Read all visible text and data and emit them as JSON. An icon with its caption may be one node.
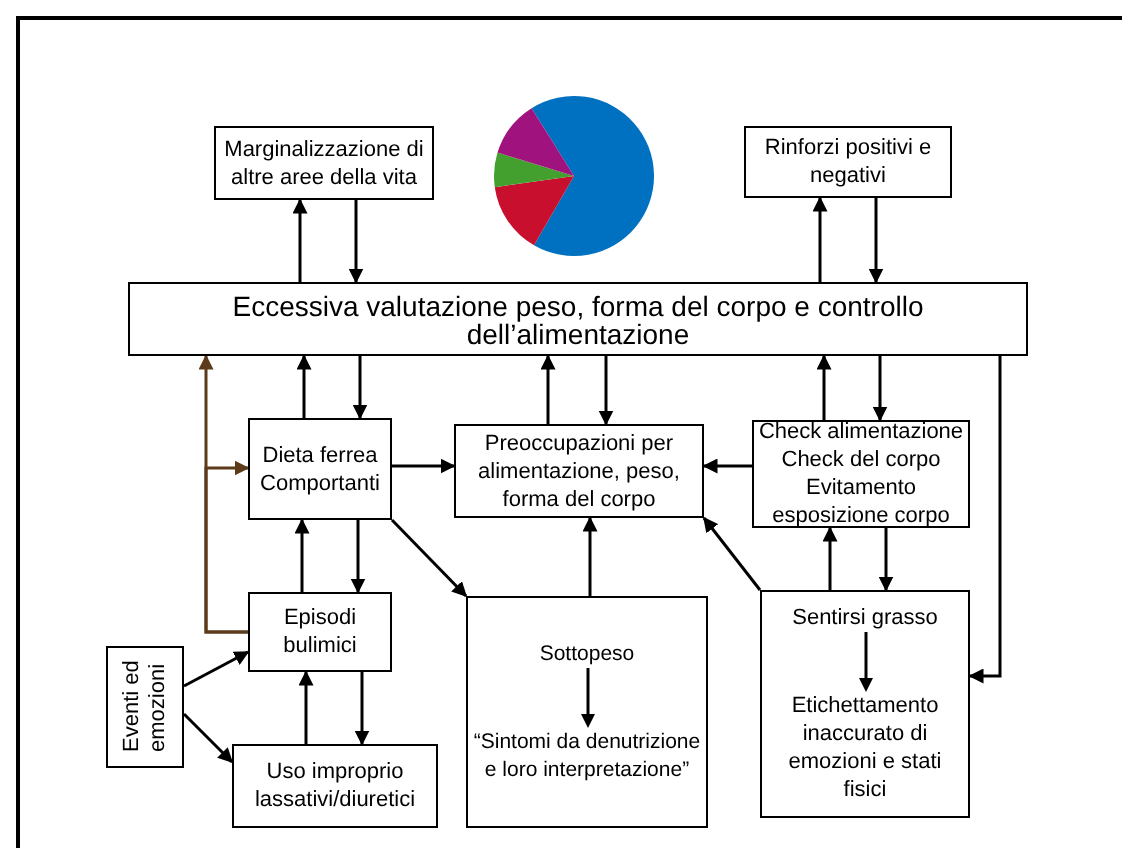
{
  "diagram": {
    "nodes": [
      {
        "text": [
          "Marginalizzazione di altre aree della vita"
        ]
      },
      {
        "text": [
          "Rinforzi positivi e negativi"
        ]
      },
      {
        "text": [
          "Eccessiva valutazione peso, forma del corpo e controllo dell’alimentazione"
        ]
      },
      {
        "text": [
          "Dieta ferrea Comportanti"
        ]
      },
      {
        "text": [
          "Preoccupazioni per alimentazione, peso, forma del corpo"
        ]
      },
      {
        "text": [
          "Check alimentazione Check del corpo Evitamento esposizione corpo"
        ]
      },
      {
        "text": [
          "Episodi bulimici"
        ]
      },
      {
        "text": [
          "Sottopeso",
          "“Sintomi da denutrizione e loro interpretazione”"
        ]
      },
      {
        "text": [
          "Sentirsi grasso",
          "Etichettamento inaccurato di emozioni e stati  fisici"
        ]
      },
      {
        "text": [
          "Eventi ed emozioni"
        ]
      },
      {
        "text": [
          "Uso improprio lassativi/diuretici"
        ]
      }
    ],
    "edges": [
      {
        "from": 2,
        "to": 0,
        "arrow": "to"
      },
      {
        "from": 0,
        "to": 2,
        "arrow": "to"
      },
      {
        "from": 2,
        "to": 1,
        "arrow": "to"
      },
      {
        "from": 1,
        "to": 2,
        "arrow": "to"
      },
      {
        "from": 3,
        "to": 2,
        "arrow": "to"
      },
      {
        "from": 2,
        "to": 3,
        "arrow": "to"
      },
      {
        "from": 4,
        "to": 2,
        "arrow": "to"
      },
      {
        "from": 2,
        "to": 4,
        "arrow": "to"
      },
      {
        "from": 5,
        "to": 2,
        "arrow": "to"
      },
      {
        "from": 2,
        "to": 5,
        "arrow": "to"
      },
      {
        "from": 6,
        "to": 2,
        "arrow": "to",
        "color": "#5c3a1a"
      },
      {
        "from": 6,
        "to": 3,
        "arrow": "to",
        "color": "#5c3a1a"
      },
      {
        "from": 2,
        "to": 8,
        "arrow": "to"
      },
      {
        "from": 3,
        "to": 4,
        "arrow": "to"
      },
      {
        "from": 5,
        "to": 4,
        "arrow": "to"
      },
      {
        "from": 3,
        "to": 7,
        "arrow": "to"
      },
      {
        "from": 7,
        "to": 4,
        "arrow": "to"
      },
      {
        "from": 8,
        "to": 4,
        "arrow": "to"
      },
      {
        "from": 8,
        "to": 5,
        "arrow": "to"
      },
      {
        "from": 5,
        "to": 8,
        "arrow": "to"
      },
      {
        "from": 3,
        "to": 6,
        "arrow": "to"
      },
      {
        "from": 6,
        "to": 3,
        "arrow": "to"
      },
      {
        "from": 9,
        "to": 6,
        "arrow": "to"
      },
      {
        "from": 9,
        "to": 10,
        "arrow": "to"
      },
      {
        "from": 10,
        "to": 6,
        "arrow": "to"
      },
      {
        "from": 6,
        "to": 10,
        "arrow": "to"
      }
    ]
  }
}
